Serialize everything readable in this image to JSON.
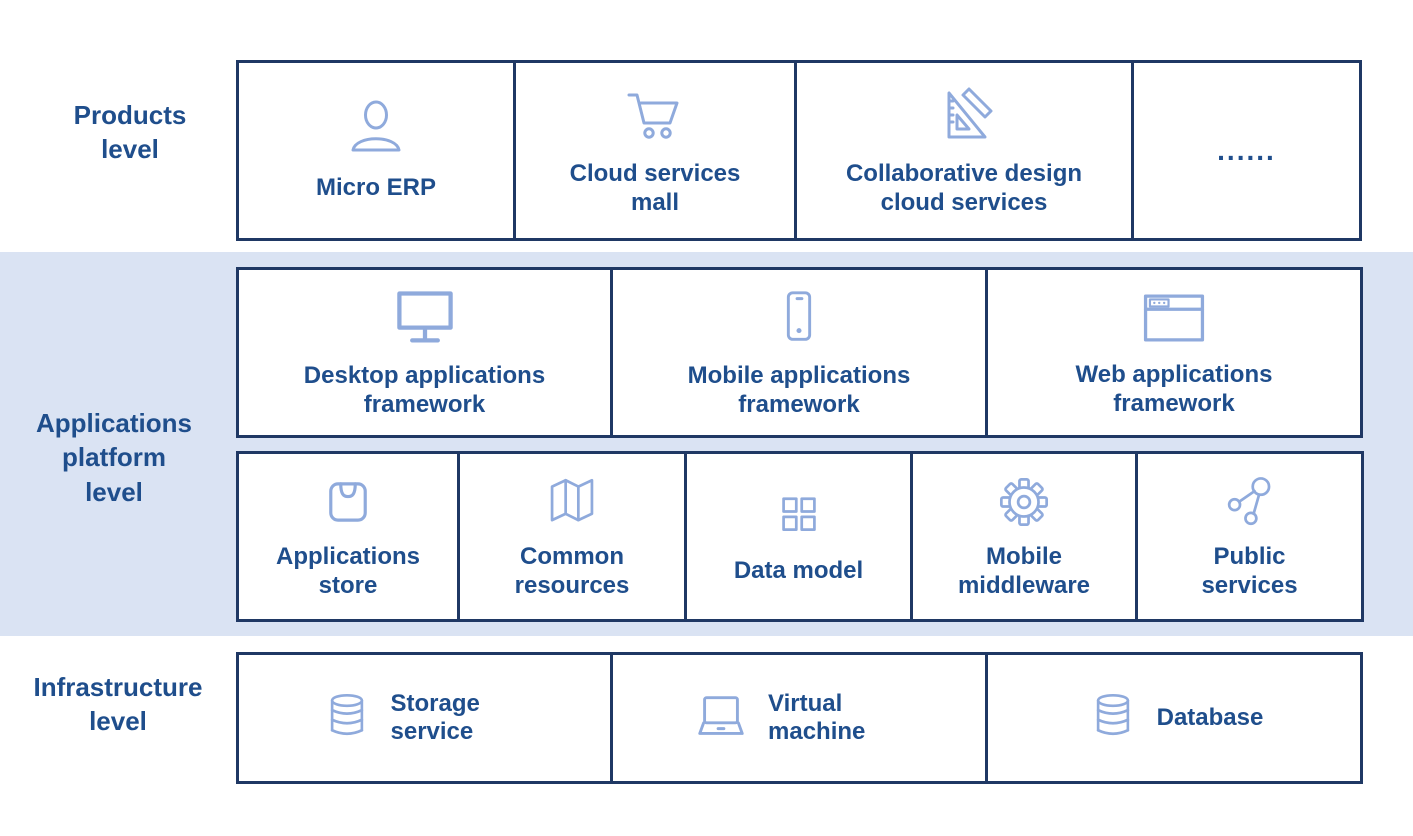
{
  "colors": {
    "border": "#1f3864",
    "text": "#1f4e8c",
    "icon": "#8faadc",
    "band": "#dae3f3",
    "background": "#ffffff"
  },
  "side_labels": {
    "products": "Products level",
    "platform": "Applications platform level",
    "infrastructure": "Infrastructure level"
  },
  "products_row": {
    "items": [
      {
        "label": "Micro ERP",
        "icon": "user-icon"
      },
      {
        "label": "Cloud services mall",
        "icon": "shopping-cart-icon"
      },
      {
        "label": "Collaborative design cloud services",
        "icon": "set-square-pencil-icon"
      },
      {
        "label": "......",
        "icon": ""
      }
    ]
  },
  "frameworks_row": {
    "items": [
      {
        "label": "Desktop applications framework",
        "icon": "monitor-icon"
      },
      {
        "label": "Mobile applications framework",
        "icon": "smartphone-icon"
      },
      {
        "label": "Web applications framework",
        "icon": "browser-window-icon"
      }
    ]
  },
  "services_row": {
    "items": [
      {
        "label": "Applications store",
        "icon": "shopping-bag-icon"
      },
      {
        "label": "Common resources",
        "icon": "map-icon"
      },
      {
        "label": "Data model",
        "icon": "grid-squares-icon"
      },
      {
        "label": "Mobile middleware",
        "icon": "gear-icon"
      },
      {
        "label": "Public services",
        "icon": "share-nodes-icon"
      }
    ]
  },
  "infrastructure_row": {
    "items": [
      {
        "label": "Storage service",
        "icon": "database-icon"
      },
      {
        "label": "Virtual machine",
        "icon": "laptop-icon"
      },
      {
        "label": "Database",
        "icon": "database-icon"
      }
    ]
  }
}
